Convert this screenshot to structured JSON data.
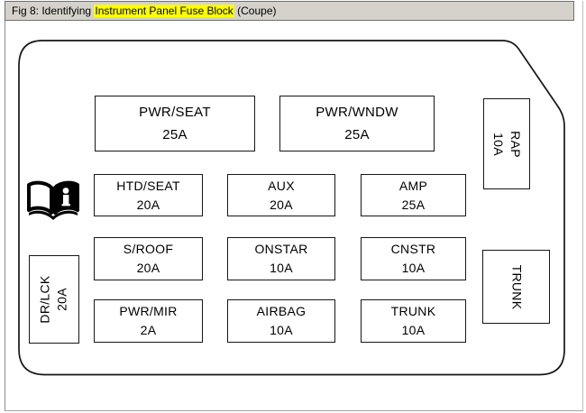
{
  "title": {
    "prefix": "Fig 8: Identifying ",
    "highlight": "Instrument Panel Fuse Block",
    "suffix": " (Coupe)"
  },
  "colors": {
    "highlight": "#ffff00",
    "titlebar_bg": "#d5d2cb",
    "line": "#161616",
    "background": "#ffffff"
  },
  "icons": {
    "manual_reference": "open-book-info-icon"
  },
  "fuses": {
    "pwr_seat": {
      "name": "PWR/SEAT",
      "amp": "25A"
    },
    "pwr_wndw": {
      "name": "PWR/WNDW",
      "amp": "25A"
    },
    "htd_seat": {
      "name": "HTD/SEAT",
      "amp": "20A"
    },
    "aux": {
      "name": "AUX",
      "amp": "20A"
    },
    "amp": {
      "name": "AMP",
      "amp": "25A"
    },
    "s_roof": {
      "name": "S/ROOF",
      "amp": "20A"
    },
    "onstar": {
      "name": "ONSTAR",
      "amp": "10A"
    },
    "cnstr": {
      "name": "CNSTR",
      "amp": "10A"
    },
    "pwr_mir": {
      "name": "PWR/MIR",
      "amp": "2A"
    },
    "airbag": {
      "name": "AIRBAG",
      "amp": "10A"
    },
    "trunk_center": {
      "name": "TRUNK",
      "amp": "10A"
    },
    "rap": {
      "name": "RAP",
      "amp": "10A"
    },
    "trunk_side": {
      "name": "TRUNK"
    },
    "dr_lck": {
      "name": "DR/LCK",
      "amp": "20A"
    }
  }
}
